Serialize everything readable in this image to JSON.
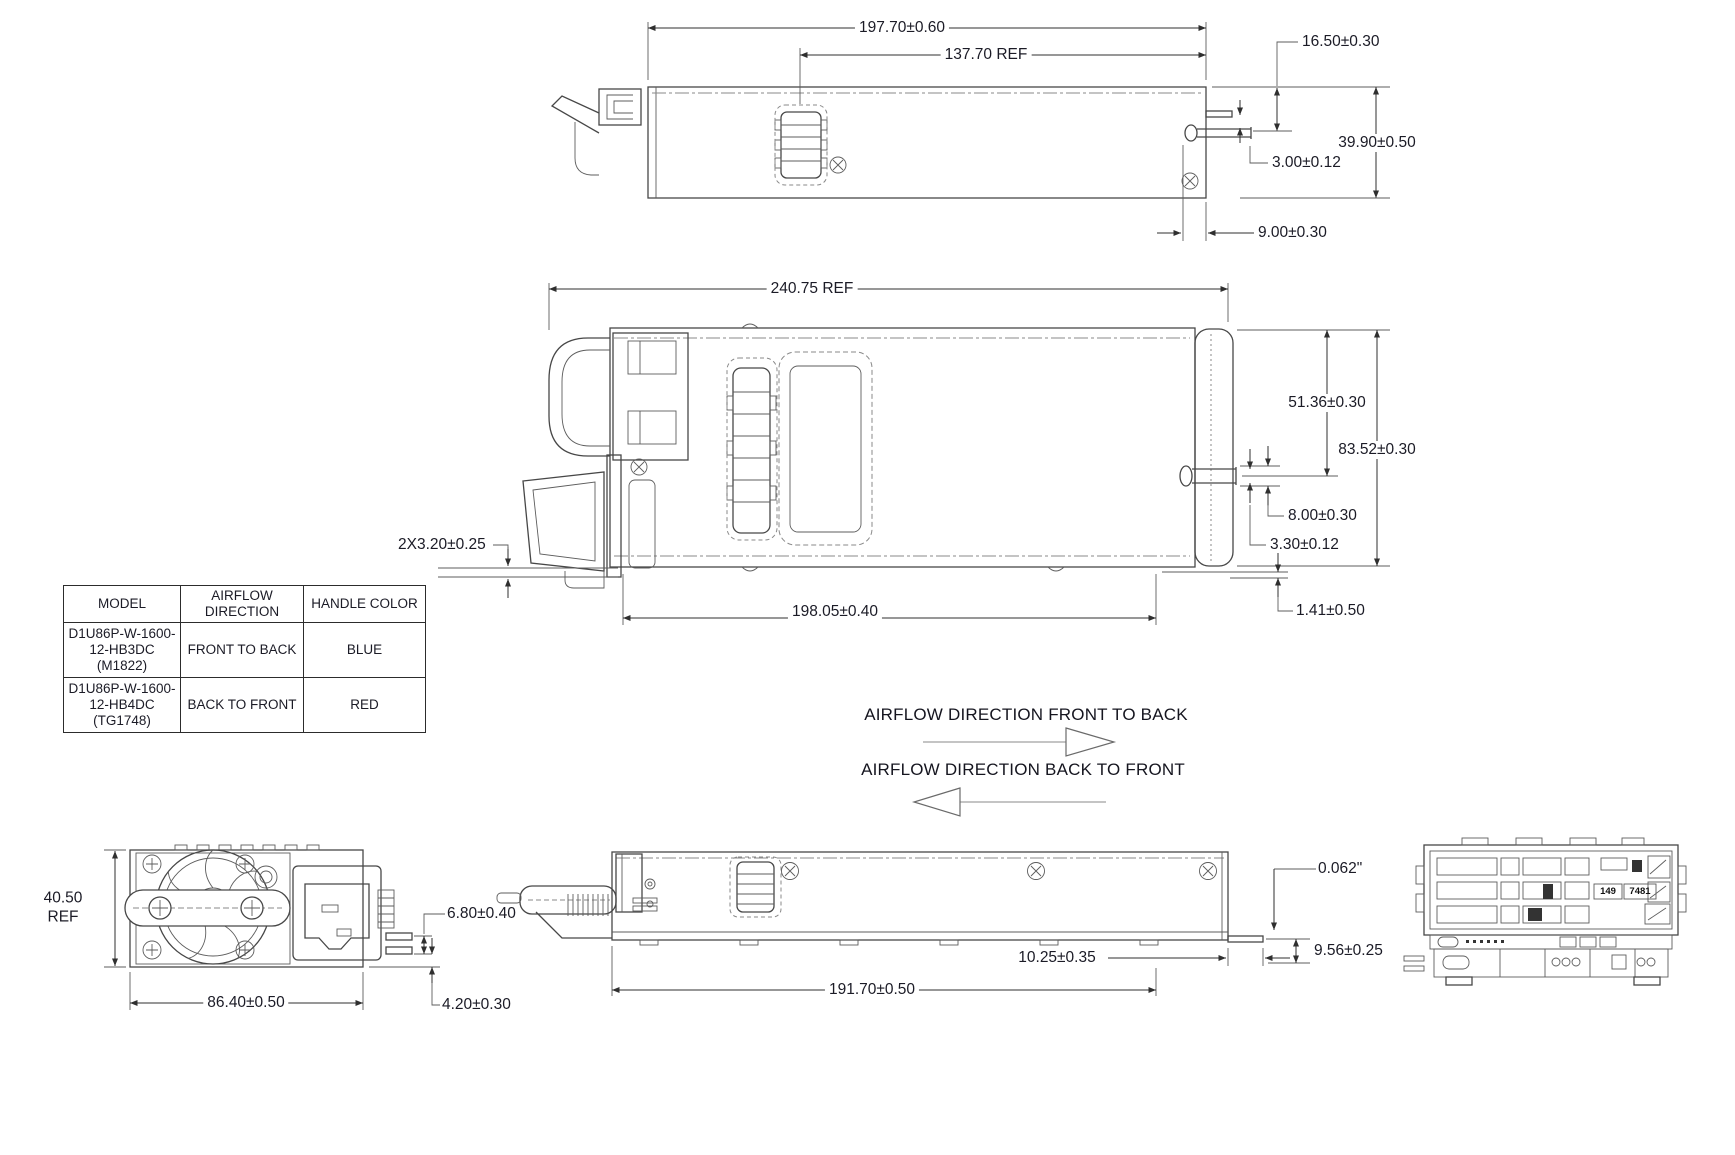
{
  "table": {
    "headers": [
      "MODEL",
      "AIRFLOW DIRECTION",
      "HANDLE COLOR"
    ],
    "rows": [
      {
        "model": "D1U86P-W-1600-12-HB3DC (M1822)",
        "airflow": "FRONT TO BACK",
        "handle": "BLUE"
      },
      {
        "model": "D1U86P-W-1600-12-HB4DC (TG1748)",
        "airflow": "BACK TO FRONT",
        "handle": "RED"
      }
    ]
  },
  "airflow": {
    "front_to_back": "AIRFLOW DIRECTION FRONT TO BACK",
    "back_to_front": "AIRFLOW DIRECTION BACK TO FRONT"
  },
  "dims": {
    "top": {
      "overall": "197.70±0.60",
      "ref": "137.70 REF",
      "pin": "16.50±0.30",
      "height": "39.90±0.50",
      "pin_offset": "3.00±0.12",
      "edge": "9.00±0.30"
    },
    "plan": {
      "overall": "240.75 REF",
      "pin_center": "51.36±0.30",
      "width": "83.52±0.30",
      "pin_len": "8.00±0.30",
      "pin_dia": "3.30±0.12",
      "feet": "2X3.20±0.25",
      "body": "198.05±0.40",
      "flange": "1.41±0.50"
    },
    "front": {
      "height": "40.50 REF",
      "width": "86.40±0.50",
      "pins": "6.80±0.40",
      "pin_bottom": "4.20±0.30"
    },
    "side": {
      "card_thickness": "0.062\"",
      "card_len": "10.25±0.35",
      "card_height": "9.56±0.25",
      "body": "191.70±0.50"
    }
  },
  "rear": {
    "label_a": "149",
    "label_b": "7481"
  }
}
